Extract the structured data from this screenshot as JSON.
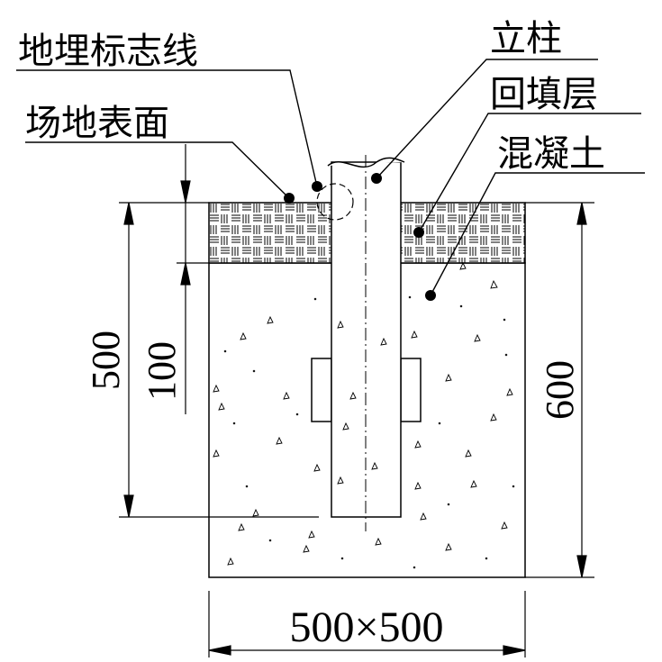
{
  "labels": {
    "marker_line": "地埋标志线",
    "site_surface": "场地表面",
    "post": "立柱",
    "backfill": "回填层",
    "concrete": "混凝土"
  },
  "dimensions": {
    "embed_depth": "500",
    "backfill_thickness": "100",
    "total_depth": "600",
    "footing_size": "500×500"
  }
}
